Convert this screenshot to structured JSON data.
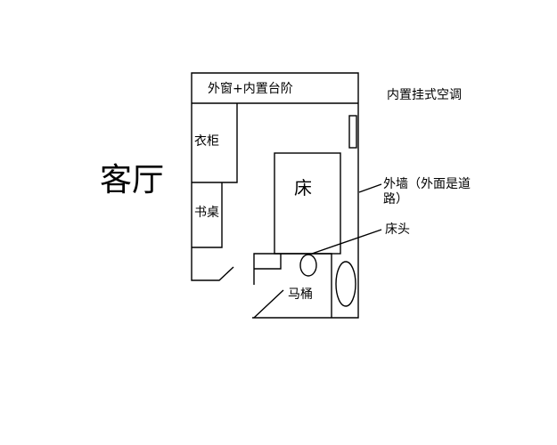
{
  "room": {
    "outside_label": "客厅",
    "window_label": "外窗+内置台阶",
    "wardrobe_label": "衣柜",
    "desk_label": "书桌",
    "bed_label": "床",
    "toilet_label": "马桶"
  },
  "callouts": {
    "ac_label": "内置挂式空调",
    "outer_wall_label_line1": "外墙（外面是道",
    "outer_wall_label_line2": "路）",
    "bed_head_label": "床头"
  }
}
